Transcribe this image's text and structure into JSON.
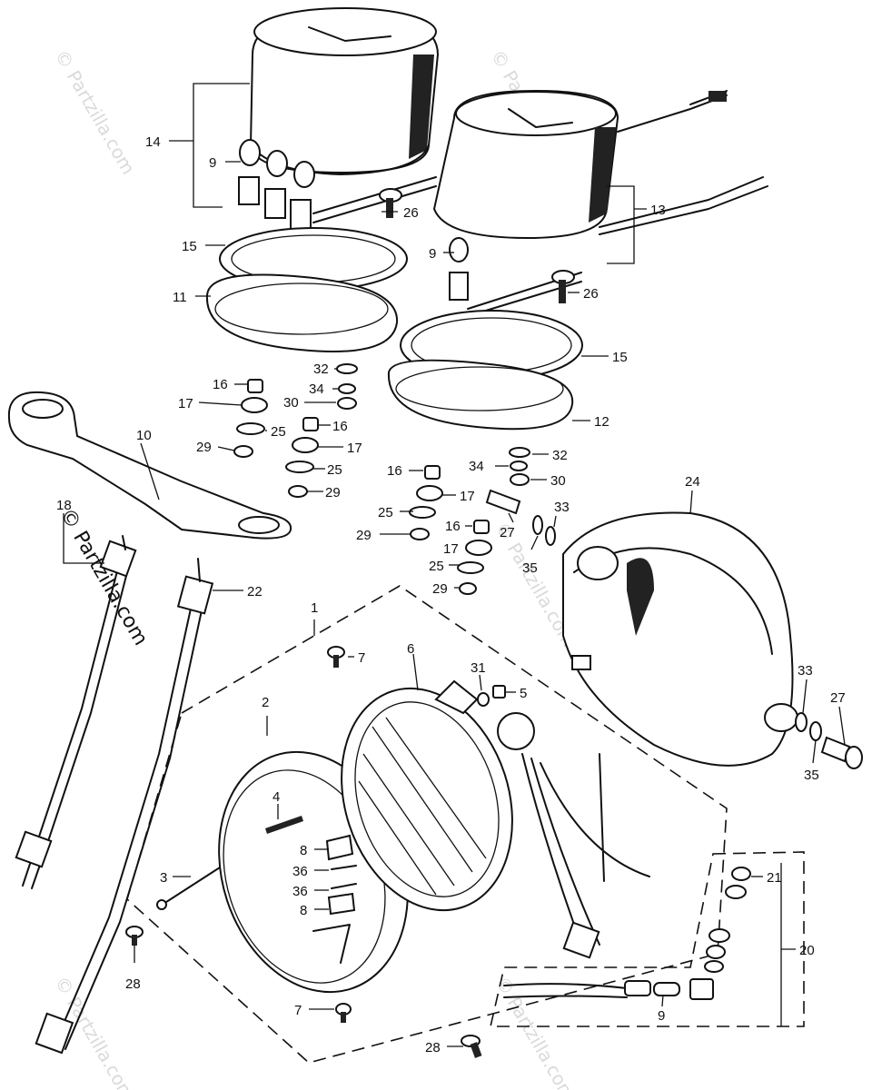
{
  "watermark": "© Partzilla.com",
  "callouts": {
    "c14": "14",
    "c9a": "9",
    "c15a": "15",
    "c11": "11",
    "c26a": "26",
    "c13": "13",
    "c9b": "9",
    "c26b": "26",
    "c15b": "15",
    "c12": "12",
    "c16a": "16",
    "c17a": "17",
    "c25a": "25",
    "c29a": "29",
    "c32a": "32",
    "c34a": "34",
    "c30a": "30",
    "c16b": "16",
    "c17b": "17",
    "c25b": "25",
    "c29b": "29",
    "c10": "10",
    "c18": "18",
    "c22": "22",
    "c16c": "16",
    "c17c": "17",
    "c25c": "25",
    "c29c": "29",
    "c32b": "32",
    "c34b": "34",
    "c30b": "30",
    "c27a": "27",
    "c33a": "33",
    "c35a": "35",
    "c16d": "16",
    "c17d": "17",
    "c25d": "25",
    "c29d": "29",
    "c24": "24",
    "c1": "1",
    "c7a": "7",
    "c6": "6",
    "c31": "31",
    "c5": "5",
    "c2": "2",
    "c33b": "33",
    "c27b": "27",
    "c35b": "35",
    "c4": "4",
    "c8a": "8",
    "c36a": "36",
    "c36b": "36",
    "c8b": "8",
    "c3": "3",
    "c21": "21",
    "c20": "20",
    "c28a": "28",
    "c7b": "7",
    "c9c": "9",
    "c28b": "28"
  }
}
